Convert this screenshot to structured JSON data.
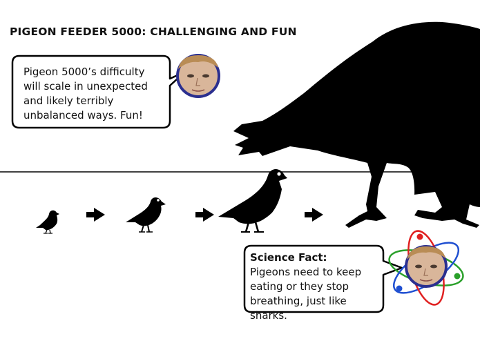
{
  "title": "PIGEON FEEDER 5000: CHALLENGING AND FUN",
  "speech_bubble_1": {
    "lines": [
      "Pigeon 5000’s difficulty",
      "will scale in unexpected",
      "and likely terribly",
      "unbalanced ways. Fun!"
    ]
  },
  "speech_bubble_2": {
    "heading": "Science Fact:",
    "lines": [
      "Pigeons need to keep",
      "eating or they stop",
      "breathing, just like sharks."
    ]
  },
  "colors": {
    "silhouette": "#000000",
    "avatar_ring": "#2b2f8f",
    "orbit_red": "#e02020",
    "orbit_blue": "#1f4fd1",
    "orbit_green": "#2aa02a"
  },
  "icons": [
    "pigeon-silhouette",
    "arrow-right",
    "presenter-avatar",
    "atom-orbit"
  ]
}
